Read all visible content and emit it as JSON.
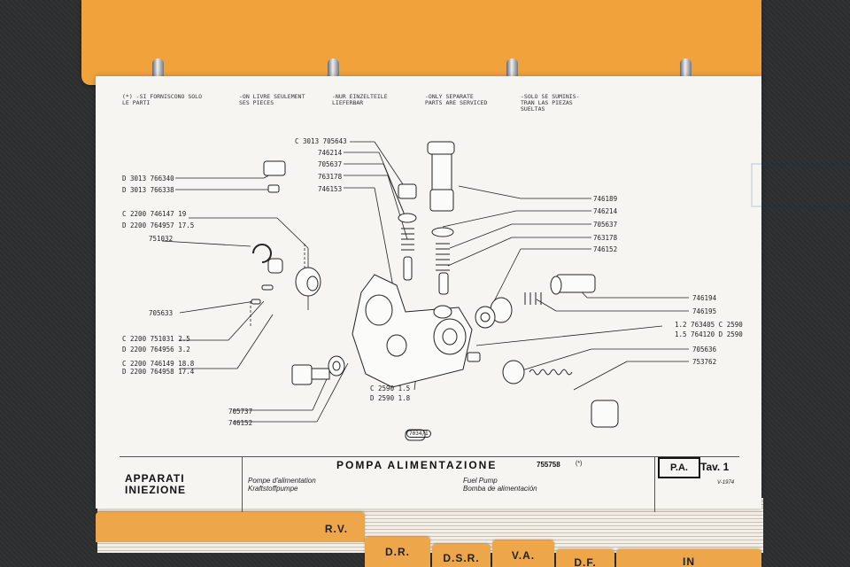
{
  "header_notes": [
    "(*) -SI FORNISCONO SOLO\nLE PARTI",
    "-ON LIVRE SEULEMENT\nSES PIECES",
    "-NUR EINZELTEILE\nLIEFERBAR",
    "-ONLY SEPARATE\nPARTS ARE SERVICED",
    "-SOLO SE SUMINIS-\nTRAN LAS PIEZAS\nSUELTAS"
  ],
  "part_labels": [
    {
      "id": "l1",
      "text": "C 3013 705643"
    },
    {
      "id": "l2",
      "text": "746214"
    },
    {
      "id": "l3",
      "text": "705637"
    },
    {
      "id": "l4",
      "text": "763178"
    },
    {
      "id": "l5",
      "text": "746153"
    },
    {
      "id": "l6",
      "text": "D 3013 766340"
    },
    {
      "id": "l7",
      "text": "D 3013 766338"
    },
    {
      "id": "l8",
      "text": "C 2200 746147 19"
    },
    {
      "id": "l9",
      "text": "D 2200 764957 17.5"
    },
    {
      "id": "l10",
      "text": "751032"
    },
    {
      "id": "l11",
      "text": "705633"
    },
    {
      "id": "l12",
      "text": "C 2200 751031 2.5"
    },
    {
      "id": "l13",
      "text": "D 2200 764956 3.2"
    },
    {
      "id": "l14",
      "text": "C 2200 746149 18.8"
    },
    {
      "id": "l15",
      "text": "D 2200 764958 17.4"
    },
    {
      "id": "l16",
      "text": "705737"
    },
    {
      "id": "l17",
      "text": "746152"
    },
    {
      "id": "l18",
      "text": "C 2590 1.5"
    },
    {
      "id": "l19",
      "text": "D 2590 1.8"
    },
    {
      "id": "l20",
      "text": "7034/1"
    },
    {
      "id": "l21",
      "text": "746189"
    },
    {
      "id": "l22",
      "text": "746214"
    },
    {
      "id": "l23",
      "text": "705637"
    },
    {
      "id": "l24",
      "text": "763178"
    },
    {
      "id": "l25",
      "text": "746152"
    },
    {
      "id": "l26",
      "text": "746194"
    },
    {
      "id": "l27",
      "text": "746195"
    },
    {
      "id": "l28",
      "text": "1.2 763405 C 2590"
    },
    {
      "id": "l29",
      "text": "1.5 764120 D 2590"
    },
    {
      "id": "l30",
      "text": "705636"
    },
    {
      "id": "l31",
      "text": "753762"
    }
  ],
  "title_block": {
    "section_line1": "APPARATI",
    "section_line2": "INIEZIONE",
    "title": "POMPA ALIMENTAZIONE",
    "code": "755758",
    "star": "(*)",
    "fr": "Pompe d'alimentation",
    "de": "Kraftstoffpumpe",
    "en": "Fuel Pump",
    "es": "Bomba de alimentación",
    "pa": "P.A.",
    "tav": "Tav. 1",
    "date": "V-1974"
  },
  "tabs": [
    "R.V.",
    "D.R.",
    "D.S.R.",
    "V.A.",
    "D.F.",
    "IN"
  ],
  "colors": {
    "binder": "#f2a23a",
    "page": "#f6f5f1",
    "ink": "#222222",
    "tab": "#eea64a"
  }
}
